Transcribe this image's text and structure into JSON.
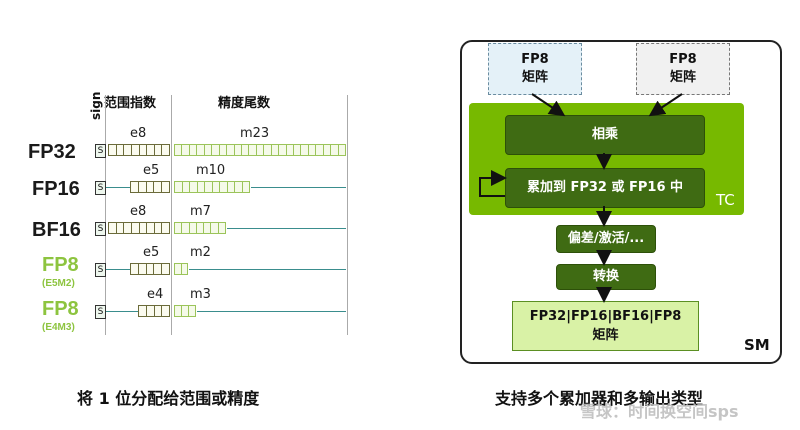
{
  "left": {
    "header_sign": "sign",
    "header_range": "范围指数",
    "header_precision": "精度尾数",
    "sign_bit": "S",
    "formats": [
      {
        "name": "FP32",
        "sub": "",
        "e": "e8",
        "m": "m23"
      },
      {
        "name": "FP16",
        "sub": "",
        "e": "e5",
        "m": "m10"
      },
      {
        "name": "BF16",
        "sub": "",
        "e": "e8",
        "m": "m7"
      },
      {
        "name": "FP8",
        "sub": "(E5M2)",
        "e": "e5",
        "m": "m2"
      },
      {
        "name": "FP8",
        "sub": "(E4M3)",
        "e": "e4",
        "m": "m3"
      }
    ],
    "caption": "将 1 位分配给范围或精度"
  },
  "right": {
    "matrix_a": {
      "line1": "FP8",
      "line2": "矩阵"
    },
    "matrix_b": {
      "line1": "FP8",
      "line2": "矩阵"
    },
    "multiply": "相乘",
    "accumulate": "累加到 FP32 或 FP16 中",
    "tc_label": "TC",
    "bias": "偏差/激活/...",
    "convert": "转换",
    "output": {
      "line1": "FP32|FP16|BF16|FP8",
      "line2": "矩阵"
    },
    "sm_label": "SM",
    "caption": "支持多个累加器和多输出类型"
  },
  "watermark": "雪球：时间换空间sps",
  "colors": {
    "nvidia_green": "#77b900",
    "dark_green": "#3f6b13",
    "fp8_green": "#8dc43f"
  }
}
